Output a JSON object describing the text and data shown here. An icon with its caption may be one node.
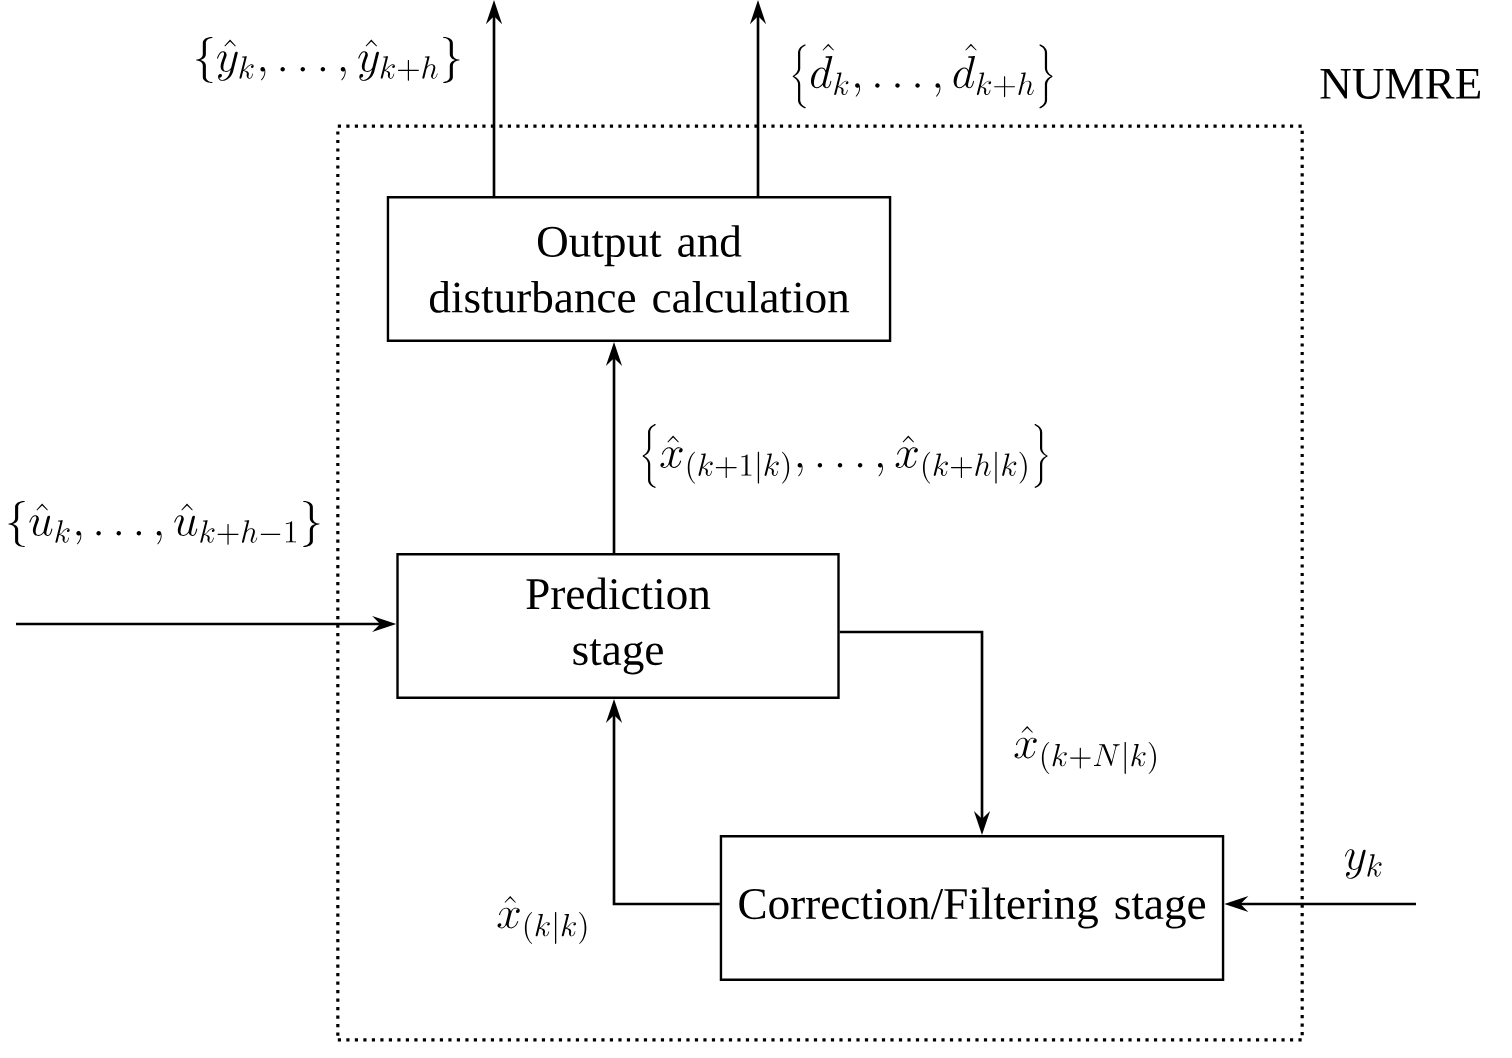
{
  "diagram": {
    "nodes": [
      {
        "text": [
          "NUMRE"
        ]
      },
      {
        "text": [
          "Output and disturbance calculation"
        ],
        "in": 0
      },
      {
        "text": [
          "Prediction stage"
        ],
        "in": 0
      },
      {
        "text": [
          "Correction/Filtering stage"
        ],
        "in": 0
      }
    ],
    "edges": [
      {
        "from": 1,
        "to": null,
        "arrow": "to",
        "label": "\\left\\{\\hat{y}_k,\\ldots,\\hat{y}_{k+h}\\right\\}"
      },
      {
        "from": 1,
        "to": null,
        "arrow": "to",
        "label": "\\left\\{\\hat{d}_k,\\ldots,\\hat{d}_{k+h}\\right\\}"
      },
      {
        "from": 2,
        "to": 1,
        "arrow": "to",
        "label": "\\left\\{\\hat{x}_{(k+1|k)},\\ldots,\\hat{x}_{(k+h|k)}\\right\\}"
      },
      {
        "from": null,
        "to": 2,
        "arrow": "to",
        "label": "\\left\\{\\hat{u}_k,\\ldots,\\hat{u}_{k+h-1}\\right\\}"
      },
      {
        "from": 2,
        "to": 3,
        "arrow": "to",
        "label": "\\hat{x}_{(k+N|k)}"
      },
      {
        "from": 3,
        "to": 2,
        "arrow": "to",
        "label": "\\hat{x}_{(k|k)}"
      },
      {
        "from": null,
        "to": 3,
        "arrow": "to",
        "label": "y_k"
      }
    ]
  }
}
